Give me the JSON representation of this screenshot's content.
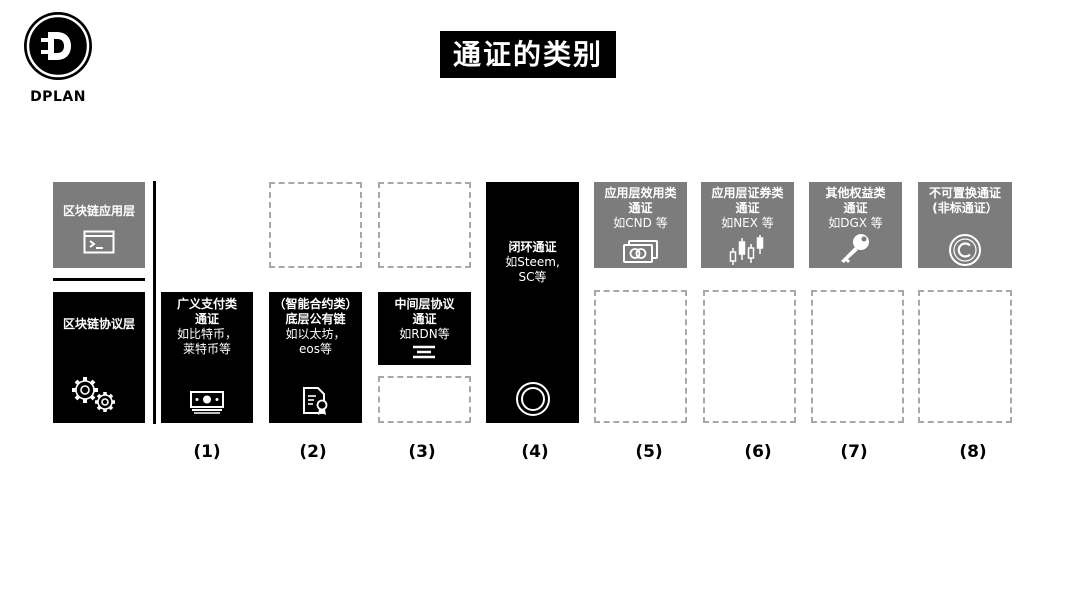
{
  "brand": {
    "name": "DPLAN"
  },
  "title": "通证的类别",
  "layers": {
    "application": "区块链应用层",
    "protocol": "区块链协议层"
  },
  "boxes": [
    {
      "bold": [
        "广义支付类",
        "通证"
      ],
      "normal": [
        "如比特币，",
        "莱特币等"
      ],
      "icon": "banknote-icon"
    },
    {
      "bold": [
        "（智能合约类）",
        "底层公有链"
      ],
      "normal": [
        "如以太坊，",
        "eos等"
      ],
      "icon": "certificate-document-icon"
    },
    {
      "bold": [
        "中间层协议",
        "通证"
      ],
      "normal": [
        "如RDN等"
      ],
      "icon": "stack-lines-icon"
    },
    {
      "bold": [
        "闭环通证"
      ],
      "normal": [
        "如Steem,",
        "SC等"
      ],
      "icon": "ring-icon"
    },
    {
      "bold": [
        "应用层效用类",
        "通证"
      ],
      "normal": [
        "如CND 等"
      ],
      "icon": "cards-icon"
    },
    {
      "bold": [
        "应用层证券类",
        "通证"
      ],
      "normal": [
        "如NEX 等"
      ],
      "icon": "candlestick-icon"
    },
    {
      "bold": [
        "其他权益类",
        "通证"
      ],
      "normal": [
        "如DGX 等"
      ],
      "icon": "key-icon"
    },
    {
      "bold": [
        "不可置换通证",
        "(非标通证）"
      ],
      "normal": [],
      "icon": "copyright-icon"
    }
  ],
  "labels": [
    "(1)",
    "(2)",
    "(3)",
    "(4)",
    "(5)",
    "(6)",
    "(7)",
    "(8)"
  ]
}
